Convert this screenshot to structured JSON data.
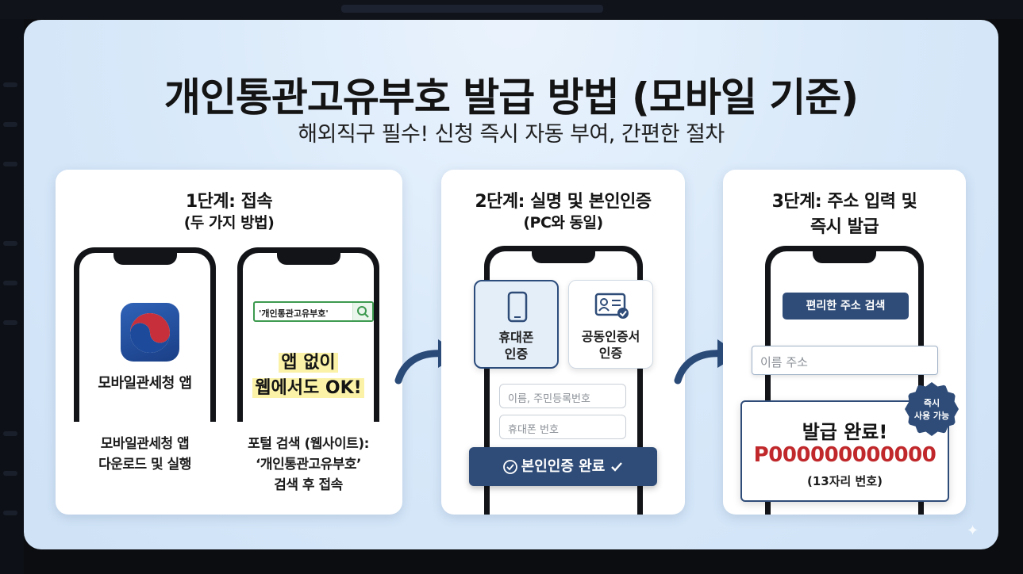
{
  "header": {
    "title": "개인통관고유부호 발급 방법 (모바일 기준)",
    "subtitle": "해외직구 필수! 신청 즉시 자동 부여, 간편한 절차"
  },
  "step1": {
    "title": "1단계: 접속",
    "subtitle": "(두 가지 방법)",
    "app_label": "모바일관세청 앱",
    "search_query": "'개인통관고유부호'",
    "highlight_line1": "앱 없이",
    "highlight_line2": "웹에서도 OK!",
    "caption_left_line1": "모바일관세청 앱",
    "caption_left_line2": "다운로드 및 실행",
    "caption_right_line1": "포털 검색 (웹사이트):",
    "caption_right_line2": "‘개인통관고유부호’",
    "caption_right_line3": "검색 후 접속"
  },
  "step2": {
    "title": "2단계: 실명 및 본인인증",
    "subtitle": "(PC와 동일)",
    "option_phone_line1": "휴대폰",
    "option_phone_line2": "인증",
    "option_cert_line1": "공동인증서",
    "option_cert_line2": "인증",
    "field_name_placeholder": "이름, 주민등록번호",
    "field_phone_placeholder": "휴대폰 번호",
    "done_label": "본인인증 완료"
  },
  "step3": {
    "title_line1": "3단계: 주소 입력 및",
    "title_line2": "즉시 발급",
    "address_button": "편리한 주소 검색",
    "address_placeholder": "이름 주소",
    "issued_title": "발급 완료!",
    "issued_number": "P000000000000",
    "issued_note": "(13자리 번호)",
    "badge_line1": "즉시",
    "badge_line2": "사용 가능"
  },
  "icons": {
    "app": "korea-customs-taegeuk-icon",
    "search": "search-icon",
    "phone": "mobile-phone-icon",
    "certificate": "id-certificate-icon",
    "check": "check-icon",
    "arrow": "curved-arrow-icon",
    "sparkle": "sparkle-icon"
  },
  "colors": {
    "navy": "#2f4c78",
    "red_number": "#c0282b",
    "search_green": "#3d9a4f",
    "highlight_yellow": "#fbf2a8",
    "background": "#d7e8f9"
  }
}
